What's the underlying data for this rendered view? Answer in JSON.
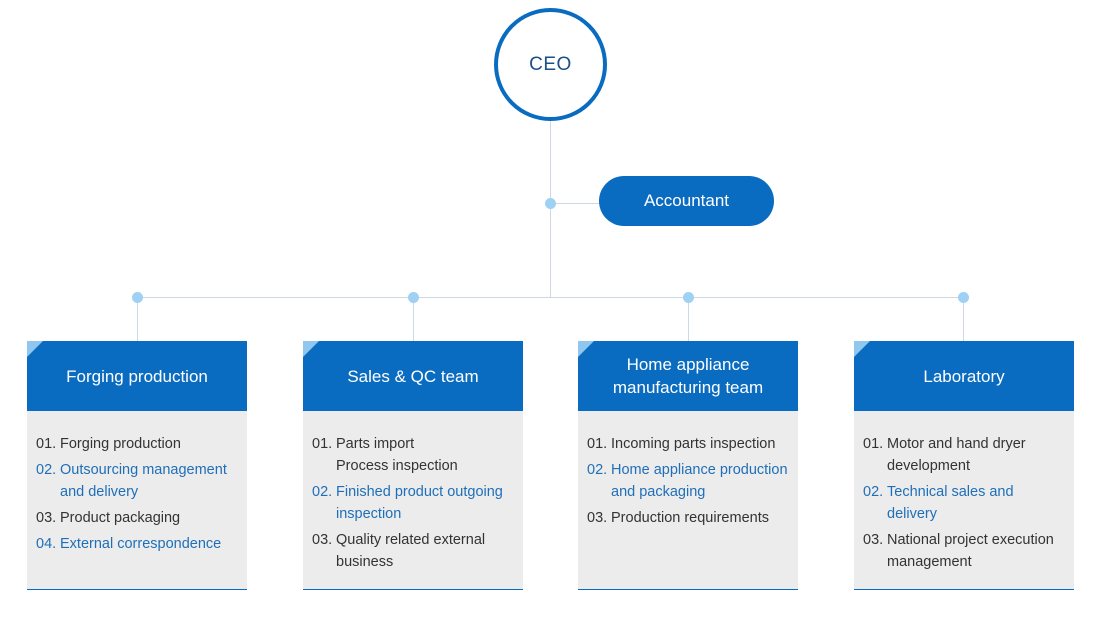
{
  "ceo": {
    "label": "CEO"
  },
  "accountant": {
    "label": "Accountant"
  },
  "departments": [
    {
      "title": "Forging production",
      "items": [
        {
          "num": "01.",
          "text": "Forging production",
          "color": "#333333"
        },
        {
          "num": "02.",
          "text": "Outsourcing management\nand delivery",
          "color": "#1f6fb8"
        },
        {
          "num": "03.",
          "text": "Product packaging",
          "color": "#333333"
        },
        {
          "num": "04.",
          "text": "External correspondence",
          "color": "#1f6fb8"
        }
      ]
    },
    {
      "title": "Sales & QC team",
      "items": [
        {
          "num": "01.",
          "text": "Parts import\nProcess inspection",
          "color": "#333333"
        },
        {
          "num": "02.",
          "text": "Finished product outgoing\ninspection",
          "color": "#1f6fb8"
        },
        {
          "num": "03.",
          "text": "Quality related external\nbusiness",
          "color": "#333333"
        }
      ]
    },
    {
      "title": "Home appliance\nmanufacturing team",
      "items": [
        {
          "num": "01.",
          "text": "Incoming parts inspection",
          "color": "#333333"
        },
        {
          "num": "02.",
          "text": "Home appliance production\nand  packaging",
          "color": "#1f6fb8"
        },
        {
          "num": "03.",
          "text": "Production requirements",
          "color": "#333333"
        }
      ]
    },
    {
      "title": "Laboratory",
      "items": [
        {
          "num": "01.",
          "text": "Motor and hand dryer\ndevelopment",
          "color": "#333333"
        },
        {
          "num": "02.",
          "text": "Technical sales and delivery",
          "color": "#1f6fb8"
        },
        {
          "num": "03.",
          "text": "National project execution\nmanagement",
          "color": "#333333"
        }
      ]
    }
  ]
}
